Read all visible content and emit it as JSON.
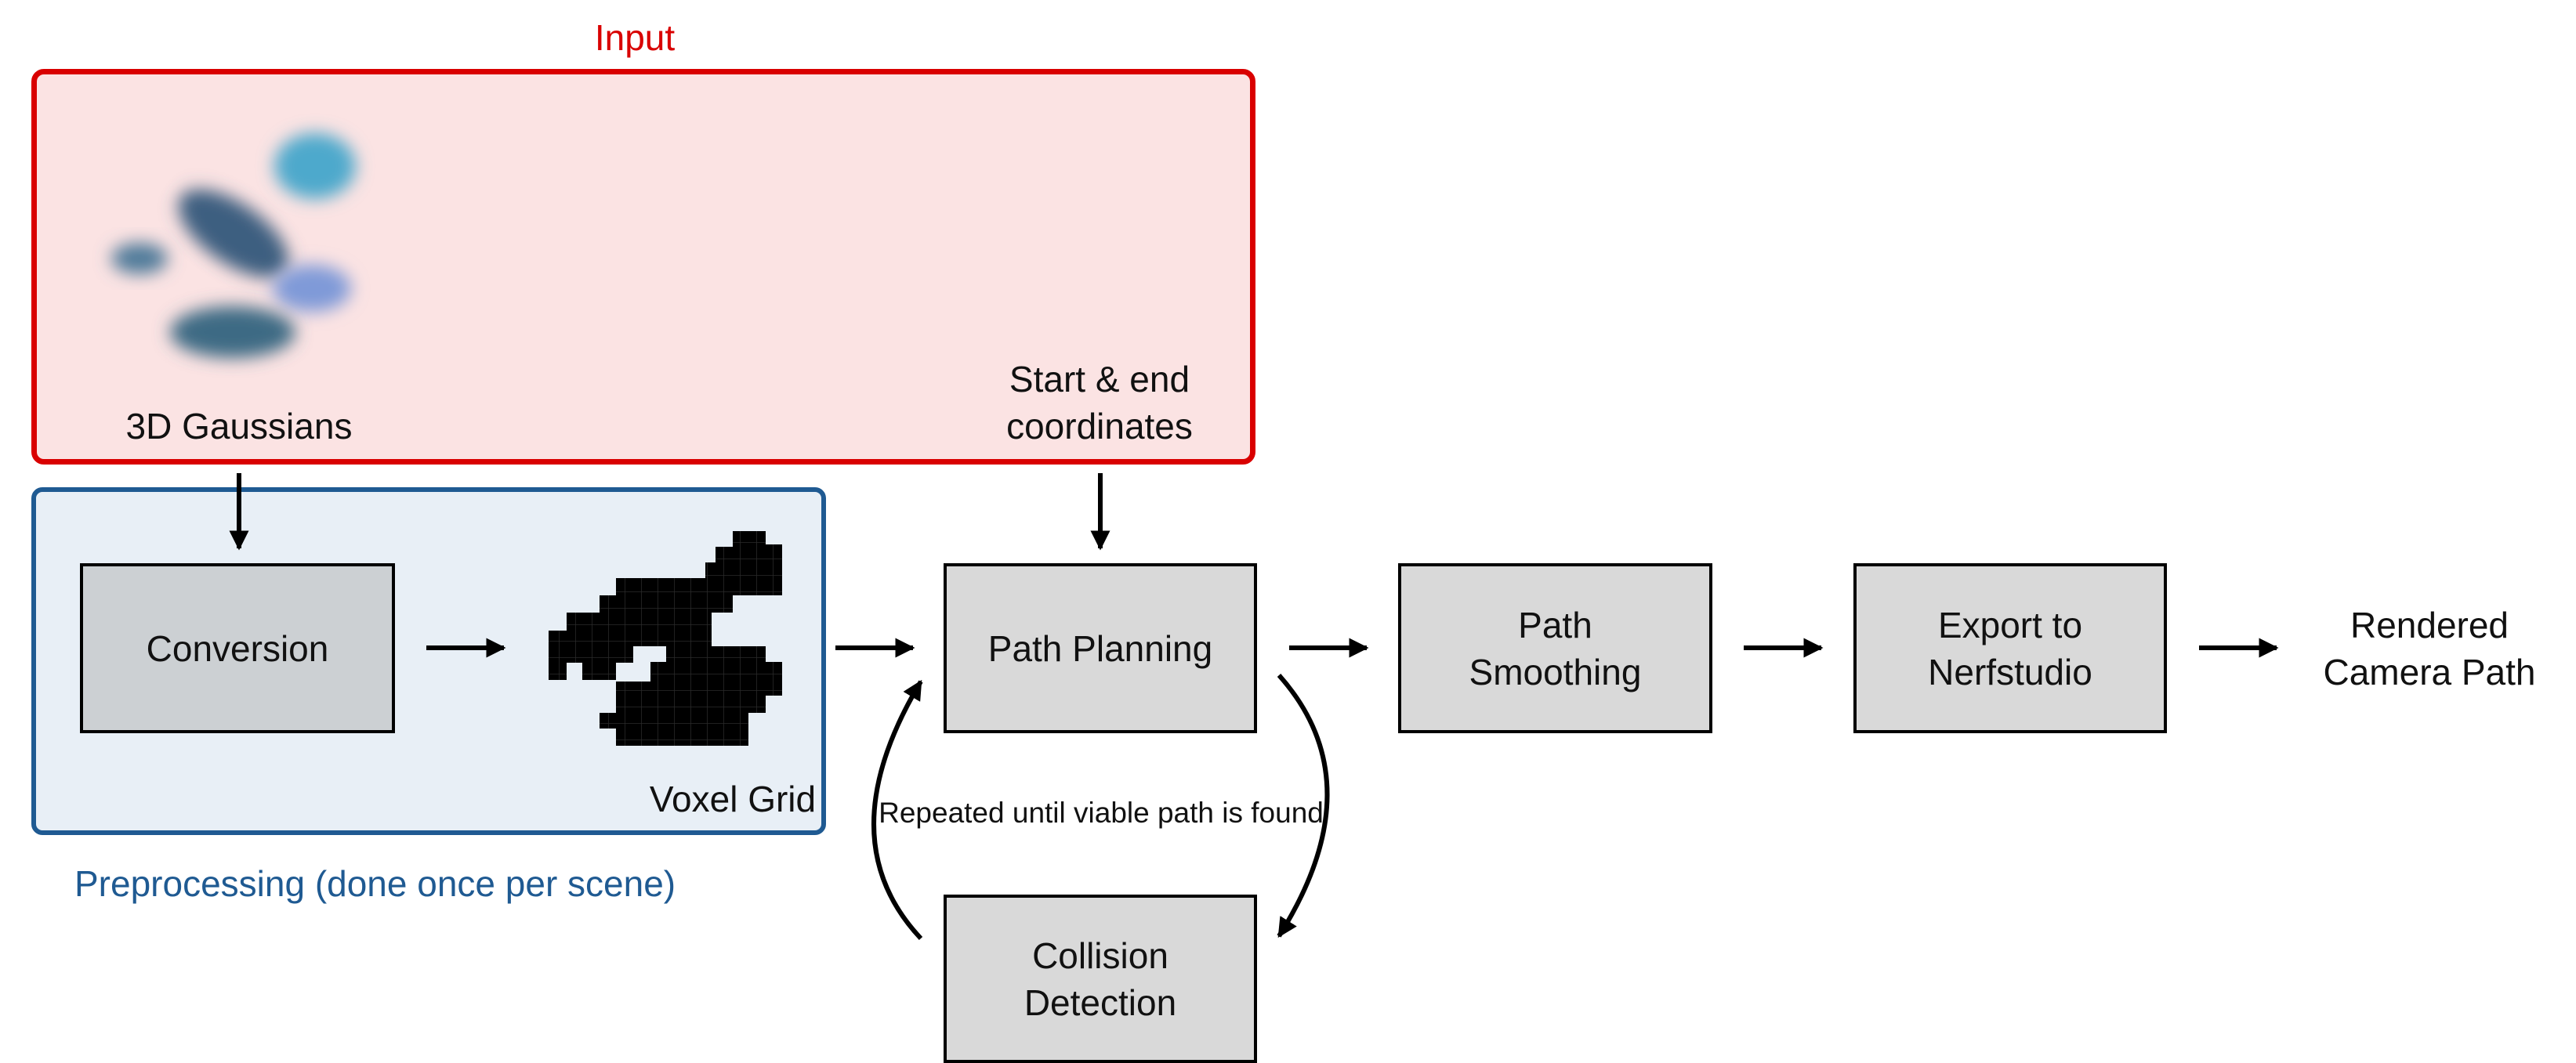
{
  "colors": {
    "input_accent": "#d90000",
    "input_fill": "#fbe3e3",
    "preprocessing_accent": "#1f5a92",
    "preprocessing_fill": "#e8eff6",
    "node_fill": "#d9d9d9",
    "conversion_fill": "#ccd0d3",
    "gaussian_dark": "#3d5f80",
    "gaussian_light": "#4ea9cc",
    "gaussian_lilac": "#7f9ad8"
  },
  "input_group": {
    "title": "Input",
    "gaussians_label": "3D Gaussians",
    "coordinates_label": "Start & end\ncoordinates"
  },
  "preprocessing_group": {
    "caption": "Preprocessing (done once per scene)",
    "voxel_label": "Voxel Grid"
  },
  "nodes": {
    "conversion": "Conversion",
    "path_planning": "Path Planning",
    "path_smoothing": "Path\nSmoothing",
    "export": "Export to\nNerfstudio",
    "collision_detection": "Collision\nDetection",
    "output": "Rendered\nCamera Path"
  },
  "loop_label": "Repeated until viable path is found"
}
